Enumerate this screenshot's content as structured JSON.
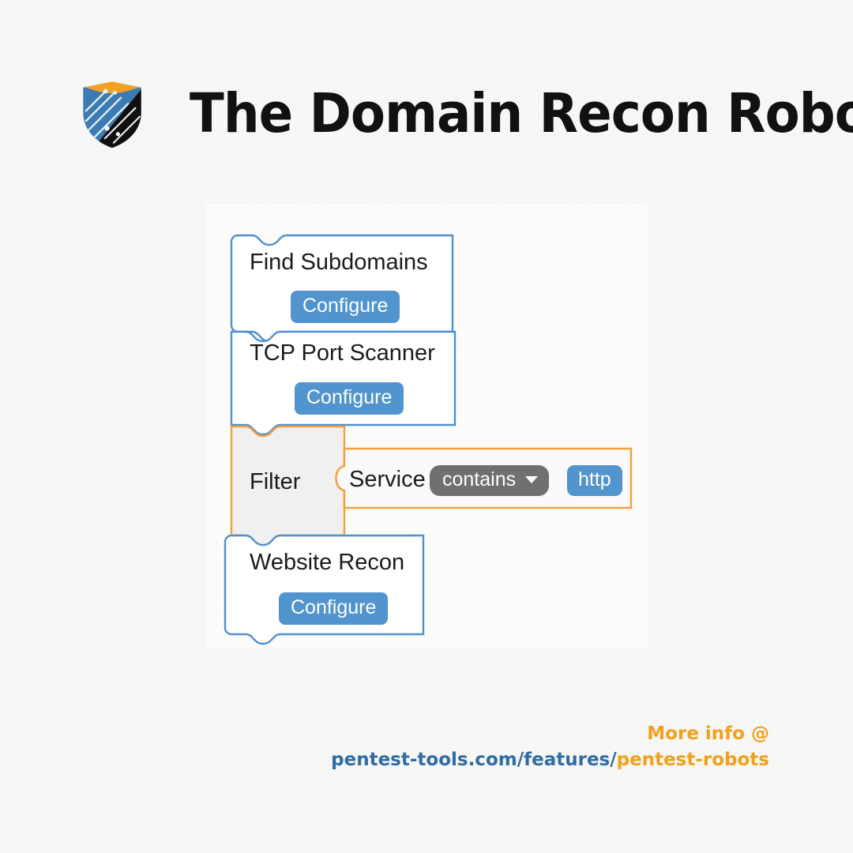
{
  "page": {
    "background_color": "#f7f7f5",
    "title": "The Domain Recon Robot"
  },
  "header": {
    "logo_name": "pentest-tools-shield-logo",
    "title": "The Domain Recon Robot"
  },
  "colors": {
    "orange": "#f2a01e",
    "blue_link": "#2f6ca6",
    "block_blue_border": "#4f91cd",
    "block_orange_border": "#f5a03c",
    "button_blue": "#5294ce",
    "dropdown_gray": "#707070",
    "canvas_background": "#fcfcfb"
  },
  "workflow": {
    "name": "domain-recon-robot-workflow",
    "blocks": [
      {
        "id": "find-subdomains",
        "label": "Find Subdomains",
        "accent": "blue",
        "button_label": "Configure"
      },
      {
        "id": "tcp-port-scanner",
        "label": "TCP Port Scanner",
        "accent": "blue",
        "button_label": "Configure"
      },
      {
        "id": "filter",
        "label": "Filter",
        "accent": "orange",
        "condition": {
          "field_label": "Service",
          "operator": "contains",
          "operator_options": [
            "contains"
          ],
          "value": "http",
          "caret_icon": "chevron-down-icon"
        }
      },
      {
        "id": "website-recon",
        "label": "Website Recon",
        "accent": "blue",
        "button_label": "Configure"
      }
    ]
  },
  "footer": {
    "more_info": "More info @",
    "url_prefix": "pentest-tools.com/features/",
    "url_highlight": "pentest-robots"
  }
}
